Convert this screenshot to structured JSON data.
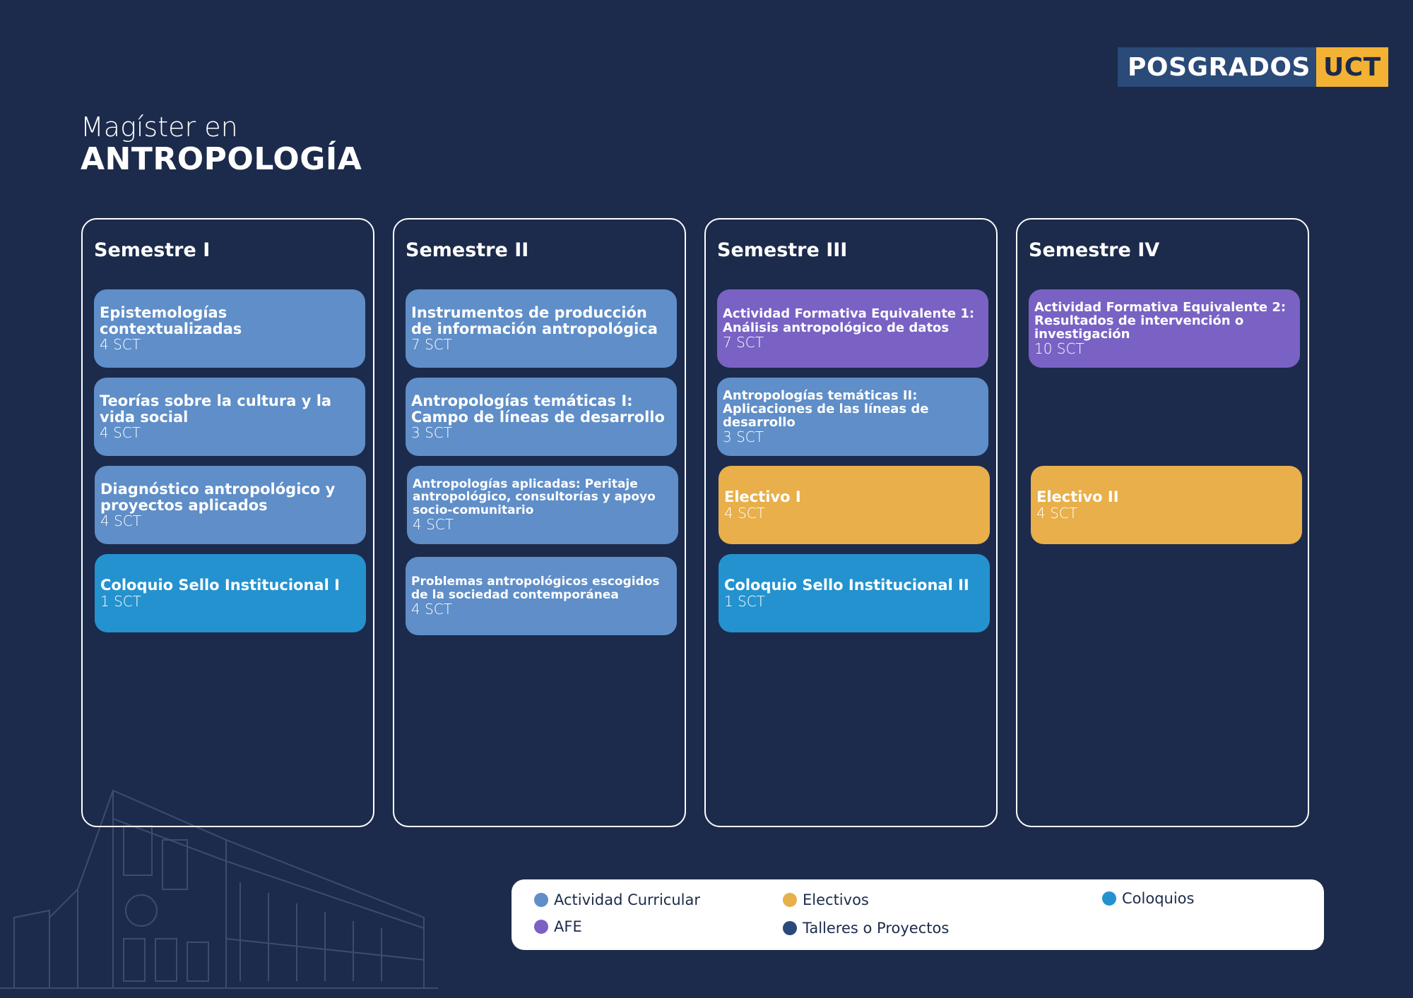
{
  "brand": {
    "part1": "POSGRADOS",
    "part2": "UCT"
  },
  "program": {
    "prefix": "Magíster en",
    "name": "ANTROPOLOGÍA"
  },
  "semesters": [
    {
      "title": "Semestre I",
      "courses": [
        {
          "name": "Epistemologías contextualizadas",
          "credits": "4 SCT",
          "category": "Actividad Curricular"
        },
        {
          "name": "Teorías sobre la cultura y la vida social",
          "credits": "4 SCT",
          "category": "Actividad Curricular"
        },
        {
          "name": "Diagnóstico antropológico y proyectos aplicados",
          "credits": "4 SCT",
          "category": "Actividad Curricular"
        },
        {
          "name": "Coloquio Sello Institucional I",
          "credits": "1 SCT",
          "category": "Coloquios"
        }
      ]
    },
    {
      "title": "Semestre II",
      "courses": [
        {
          "name": "Instrumentos de producción de información antropológica",
          "credits": "7 SCT",
          "category": "Actividad Curricular"
        },
        {
          "name": "Antropologías temáticas I: Campo de líneas de desarrollo",
          "credits": "3 SCT",
          "category": "Actividad Curricular"
        },
        {
          "name": "Antropologías aplicadas: Peritaje antropológico, consultorías y apoyo socio-comunitario",
          "credits": "4 SCT",
          "category": "Actividad Curricular"
        },
        {
          "name": "Problemas antropológicos escogidos de la sociedad contemporánea",
          "credits": "4 SCT",
          "category": "Actividad Curricular"
        }
      ]
    },
    {
      "title": "Semestre III",
      "courses": [
        {
          "name": "Actividad Formativa Equivalente 1: Análisis antropológico de datos",
          "credits": "7 SCT",
          "category": "AFE"
        },
        {
          "name": "Antropologías temáticas II: Aplicaciones de las líneas de desarrollo",
          "credits": "3 SCT",
          "category": "Actividad Curricular"
        },
        {
          "name": "Electivo I",
          "credits": "4 SCT",
          "category": "Electivos"
        },
        {
          "name": "Coloquio Sello Institucional II",
          "credits": "1 SCT",
          "category": "Coloquios"
        }
      ]
    },
    {
      "title": "Semestre IV",
      "courses": [
        {
          "name": "Actividad Formativa Equivalente 2: Resultados de intervención o investigación",
          "credits": "10 SCT",
          "category": "AFE"
        },
        {
          "name": "Electivo II",
          "credits": "4 SCT",
          "category": "Electivos"
        }
      ]
    }
  ],
  "legend": [
    {
      "label": "Actividad Curricular",
      "color": "#5f8ec8"
    },
    {
      "label": "Electivos",
      "color": "#e8af4a"
    },
    {
      "label": "Coloquios",
      "color": "#2492cf"
    },
    {
      "label": "AFE",
      "color": "#7962c4"
    },
    {
      "label": "Talleres o Proyectos",
      "color": "#2a4a78"
    }
  ]
}
